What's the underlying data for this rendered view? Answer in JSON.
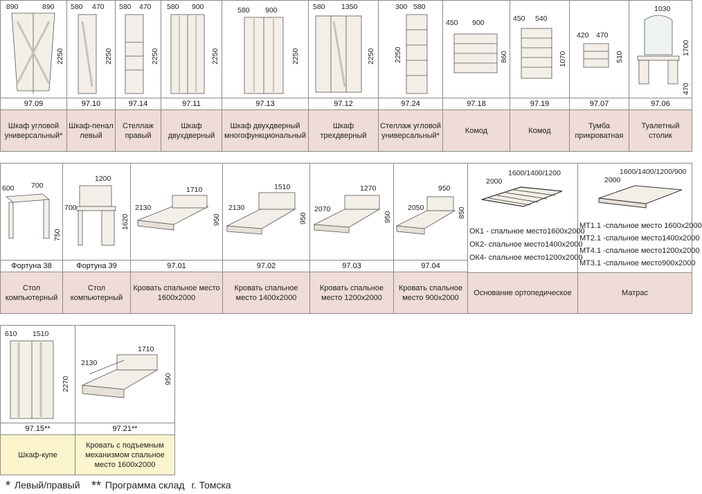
{
  "row1": [
    {
      "code": "97.09",
      "name": "Шкаф угловой универсальный*",
      "dims": [
        "890",
        "890",
        "2250"
      ]
    },
    {
      "code": "97.10",
      "name": "Шкаф-пенал левый",
      "dims": [
        "580",
        "470",
        "2250"
      ]
    },
    {
      "code": "97.14",
      "name": "Стеллаж правый",
      "dims": [
        "580",
        "470",
        "2250"
      ]
    },
    {
      "code": "97.11",
      "name": "Шкаф двухдверный",
      "dims": [
        "580",
        "900",
        "2250"
      ]
    },
    {
      "code": "97.13",
      "name": "Шкаф двухдверный многофункциональный",
      "dims": [
        "580",
        "900",
        "2250"
      ]
    },
    {
      "code": "97.12",
      "name": "Шкаф трехдверный",
      "dims": [
        "580",
        "1350",
        "2250"
      ]
    },
    {
      "code": "97.24",
      "name": "Стеллаж угловой универсальный*",
      "dims": [
        "300",
        "580",
        "2250"
      ]
    },
    {
      "code": "97.18",
      "name": "Комод",
      "dims": [
        "450",
        "900",
        "860"
      ]
    },
    {
      "code": "97.19",
      "name": "Комод",
      "dims": [
        "450",
        "540",
        "1070"
      ]
    },
    {
      "code": "97.07",
      "name": "Тумба прикроватная",
      "dims": [
        "420",
        "470",
        "510"
      ]
    },
    {
      "code": "97.06",
      "name": "Туалетный столик",
      "dims": [
        "1030",
        "1700",
        "470"
      ]
    }
  ],
  "row2": [
    {
      "code": "Фортуна 38",
      "name": "Стол компьютерный",
      "dims": [
        "600",
        "700",
        "750"
      ]
    },
    {
      "code": "Фортуна 39",
      "name": "Стол компьютерный",
      "dims": [
        "1200",
        "700",
        "1620"
      ]
    },
    {
      "code": "97.01",
      "name": "Кровать спальное место 1600х2000",
      "dims": [
        "2130",
        "1710",
        "950"
      ]
    },
    {
      "code": "97.02",
      "name": "Кровать спальное место 1400х2000",
      "dims": [
        "2130",
        "1510",
        "950"
      ]
    },
    {
      "code": "97.03",
      "name": "Кровать спальное место 1200х2000",
      "dims": [
        "2070",
        "1270",
        "950"
      ]
    },
    {
      "code": "97.04",
      "name": "Кровать спальное место 900х2000",
      "dims": [
        "2050",
        "950",
        "850"
      ]
    },
    {
      "code": "",
      "name": "Основание ортопедическое",
      "dims": [
        "2000",
        "1600/1400/1200"
      ],
      "specs": [
        "ОК1 - спальное место1600х2000",
        "ОК2- спальное место1400х2000",
        "ОК4- спальное место1200х2000"
      ]
    },
    {
      "code": "",
      "name": "Матрас",
      "dims": [
        "2000",
        "1600/1400/1200/900"
      ],
      "specs": [
        "МТ1.1 -спальное  место 1600х2000",
        "МТ2.1 -спальное  место1400х2000",
        "МТ4.1 -спальное место1200х2000",
        "МТ3.1 -спальное место900х2000"
      ]
    }
  ],
  "row3": [
    {
      "code": "97.15**",
      "name": "Шкаф-купе",
      "dims": [
        "610",
        "1510",
        "2270"
      ]
    },
    {
      "code": "97.21**",
      "name": "Кровать с подъемным механизмом спальное место 1600х2000",
      "dims": [
        "2130",
        "1710",
        "950"
      ]
    }
  ],
  "footnotes": {
    "star1": "*",
    "text1": "Левый/правый",
    "star2": "**",
    "text2": "Программа склад",
    "city": "г. Томска"
  }
}
